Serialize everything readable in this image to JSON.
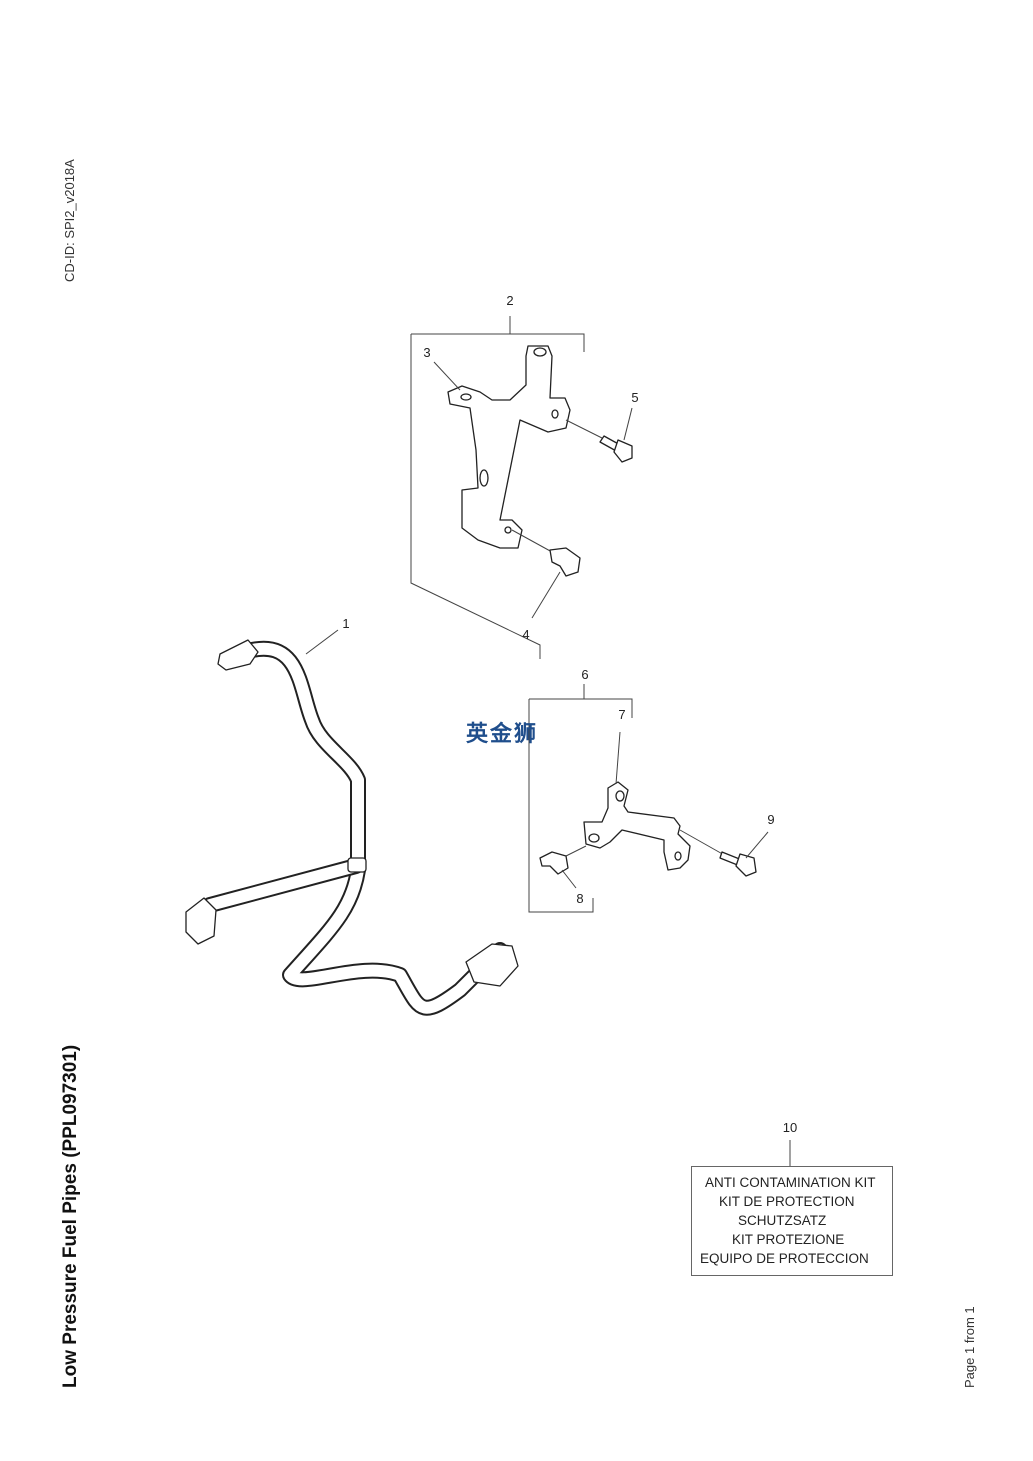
{
  "header": {
    "cd_id": "CD-ID: SPI2_v2018A"
  },
  "title": "Low Pressure Fuel Pipes (PPL097301)",
  "footer": {
    "page": "Page 1 from 1"
  },
  "watermark": "英金狮",
  "callouts": [
    "1",
    "2",
    "3",
    "4",
    "5",
    "6",
    "7",
    "8",
    "9",
    "10"
  ],
  "kit_box": {
    "lines": [
      "ANTI CONTAMINATION KIT",
      "KIT DE PROTECTION",
      "SCHUTZSATZ",
      "KIT PROTEZIONE",
      "EQUIPO DE PROTECCION"
    ]
  }
}
